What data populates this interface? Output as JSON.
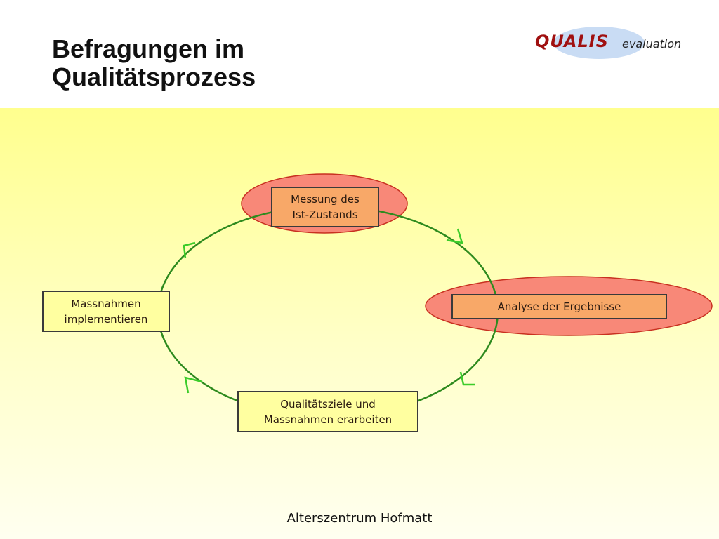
{
  "title": "Befragungen im Qualitätsprozess",
  "logo": {
    "brand": "QUALIS",
    "suffix": "evaluation"
  },
  "diagram": {
    "nodes": {
      "top": "Messung des Ist-Zustands",
      "right": "Analyse der Ergebnisse",
      "bottom": "Qualitätsziele und Massnahmen erarbeiten",
      "left": "Massnahmen implementieren"
    },
    "colors": {
      "cycle_line": "#2e8a1e",
      "arrow": "#3ccc2a",
      "highlight_fill": "#f88878",
      "highlight_stroke": "#c83020",
      "orange_box": "#f8a868",
      "yellow_box": "#ffffa0"
    }
  },
  "footer": "Alterszentrum Hofmatt"
}
